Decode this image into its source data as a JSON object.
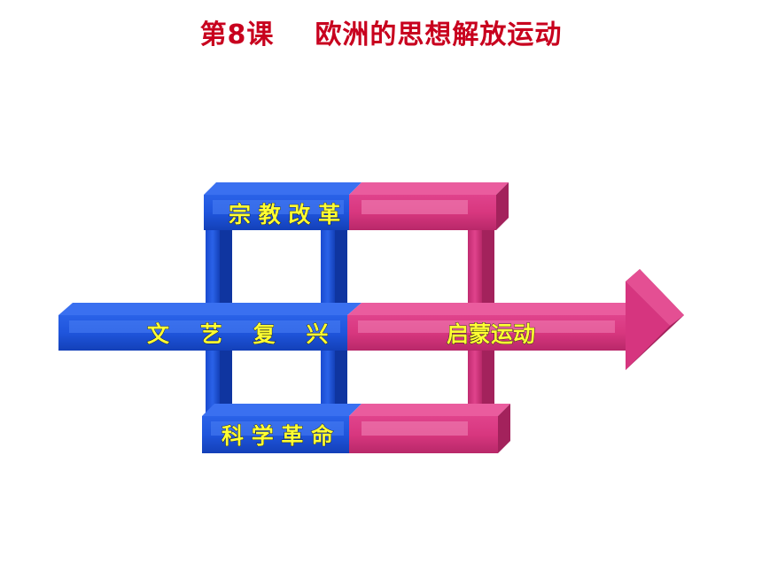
{
  "title": {
    "lesson": "第8课",
    "name": "欧洲的思想解放运动"
  },
  "labels": {
    "religious_reform": "宗 教 改 革",
    "renaissance": "文    艺    复    兴",
    "scientific_revolution": "科 学 革 命",
    "enlightenment": "启蒙运动"
  },
  "colors": {
    "title": "#c8001e",
    "blue_block": "#1a4fd6",
    "magenta_block": "#d6357f",
    "label_text": "#ffff33"
  }
}
